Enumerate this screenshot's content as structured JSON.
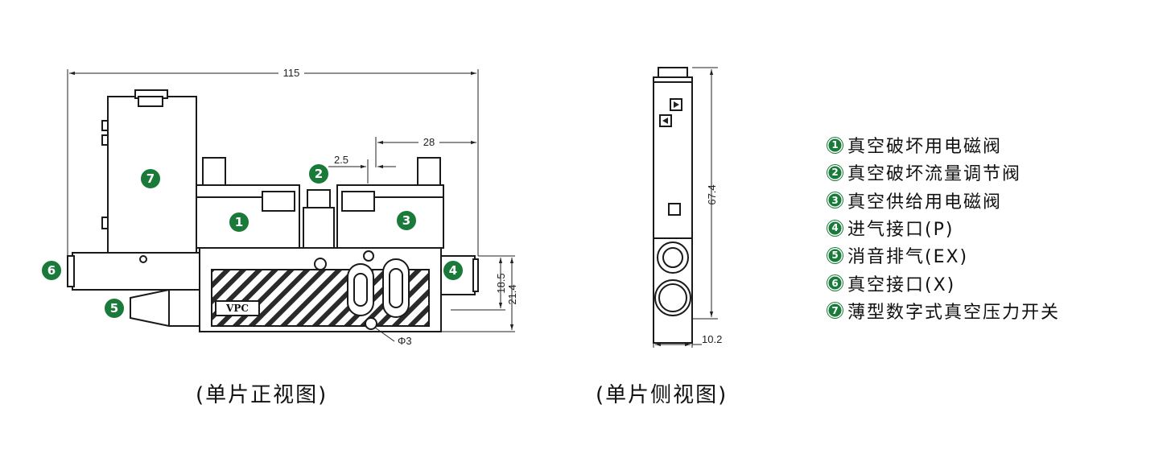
{
  "dimensions": {
    "front_width": "115",
    "right_group_width": "28",
    "gap": "2.5",
    "height_a": "18.5",
    "height_b": "21.4",
    "hole": "Φ3",
    "side_height": "67.4",
    "side_width": "10.2"
  },
  "body_label": "VPC",
  "badges": [
    "1",
    "2",
    "3",
    "4",
    "5",
    "6",
    "7"
  ],
  "legend": [
    {
      "num": "1",
      "label": "真空破坏用电磁阀"
    },
    {
      "num": "2",
      "label": "真空破坏流量调节阀"
    },
    {
      "num": "3",
      "label": "真空供给用电磁阀"
    },
    {
      "num": "4",
      "label": "进气接口(P)"
    },
    {
      "num": "5",
      "label": "消音排气(EX)"
    },
    {
      "num": "6",
      "label": "真空接口(X)"
    },
    {
      "num": "7",
      "label": "薄型数字式真空压力开关"
    }
  ],
  "captions": {
    "front": "(单片正视图)",
    "side": "(单片侧视图)"
  },
  "colors": {
    "badge_green": "#1a7a3a",
    "line": "#1a1a1a"
  }
}
